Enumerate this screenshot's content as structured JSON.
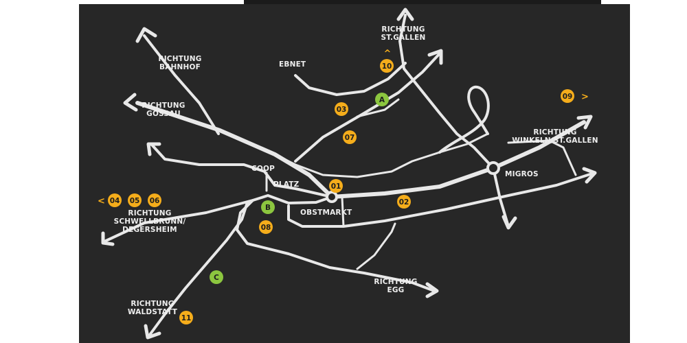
{
  "colors": {
    "board": "#272727",
    "road": "#e8e8e8",
    "label": "#eeeeee",
    "marker_orange": "#f5ad1b",
    "marker_green": "#8cc63f",
    "marker_text": "#1e1e1e"
  },
  "directions": {
    "bahnhof": {
      "line1": "RICHTUNG",
      "line2": "BAHNHOF"
    },
    "gossau": {
      "line1": "RICHTUNG",
      "line2": "GOSSAU"
    },
    "st_gallen": {
      "line1": "RICHTUNG",
      "line2": "ST.GALLEN"
    },
    "winkeln": {
      "line1": "RICHTUNG",
      "line2": "WINKELN/ST.GALLEN"
    },
    "schwellbrunn": {
      "line1": "RICHTUNG",
      "line2": "SCHWELLBRUNN/",
      "line3": "DEGERSHEIM"
    },
    "waldstatt": {
      "line1": "RICHTUNG",
      "line2": "WALDSTATT"
    },
    "egg": {
      "line1": "RICHTUNG",
      "line2": "EGG"
    }
  },
  "places": {
    "ebnet": "EBNET",
    "coop": "COOP",
    "platz": "PLATZ",
    "obstmarkt": "OBSTMARKT",
    "migros": "MIGROS"
  },
  "markers": {
    "m01": "01",
    "m02": "02",
    "m03": "03",
    "m04": "04",
    "m05": "05",
    "m06": "06",
    "m07": "07",
    "m08": "08",
    "m09": "09",
    "m10": "10",
    "m11": "11",
    "mA": "A",
    "mB": "B",
    "mC": "C"
  },
  "glyphs": {
    "arrow_left": "<",
    "arrow_right": ">",
    "arrow_up": "^"
  }
}
